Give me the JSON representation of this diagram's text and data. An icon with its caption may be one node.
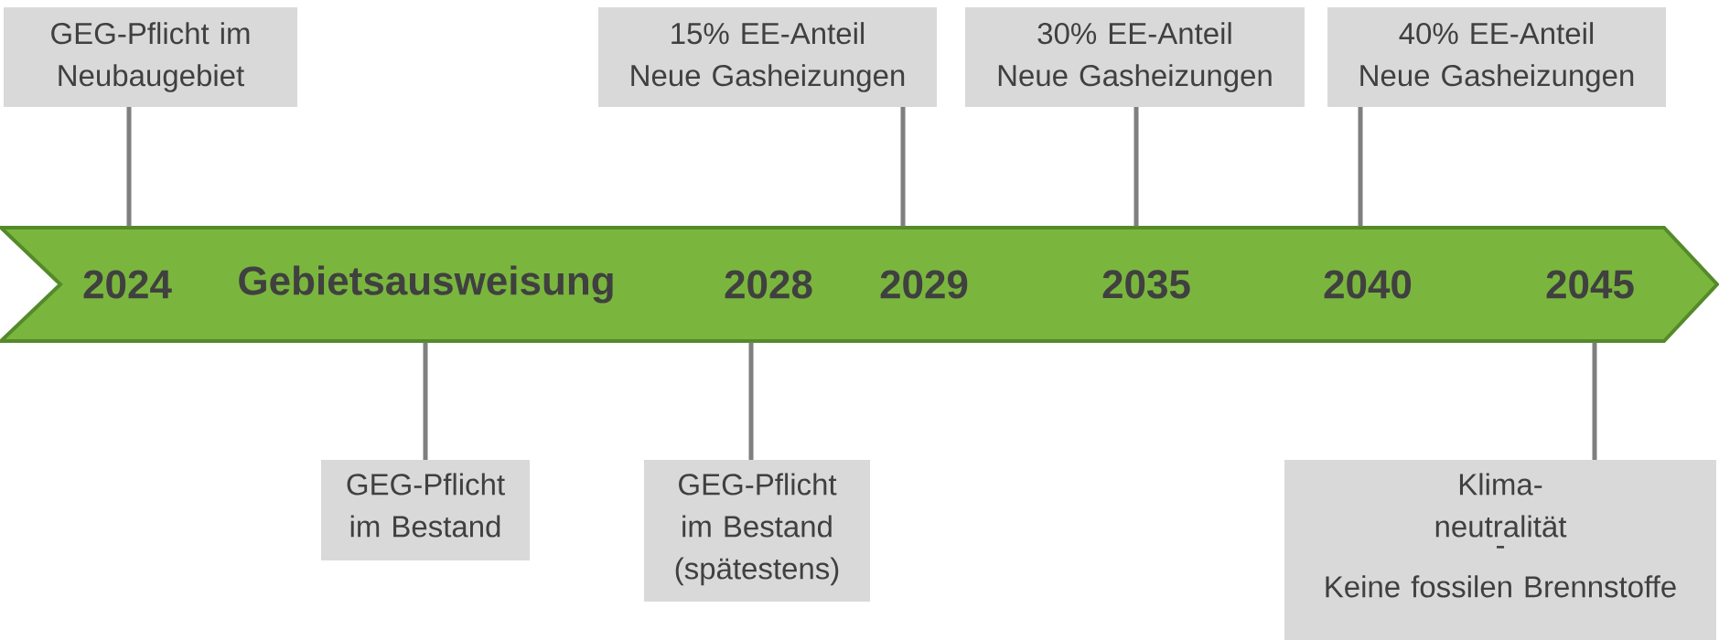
{
  "diagram": {
    "nodes": [
      {
        "text": [
          "2024",
          "Gebietsausweisung",
          "2028",
          "2029",
          "2035",
          "2040",
          "2045"
        ]
      },
      {
        "text": [
          "GEG-Pflicht im Neubaugebiet"
        ]
      },
      {
        "text": [
          "15% EE-Anteil",
          "Neue Gasheizungen"
        ]
      },
      {
        "text": [
          "30% EE-Anteil",
          "Neue Gasheizungen"
        ]
      },
      {
        "text": [
          "40% EE-Anteil",
          "Neue Gasheizungen"
        ]
      },
      {
        "text": [
          "GEG-Pflicht im Bestand"
        ]
      },
      {
        "text": [
          "GEG-Pflicht im Bestand (spätestens)"
        ]
      },
      {
        "text": [
          "Klima- neutralität",
          "-",
          "Keine fossilen Brennstoffe"
        ]
      }
    ],
    "edges": [
      {
        "from": 1,
        "to": 0,
        "arrow": "none"
      },
      {
        "from": 2,
        "to": 0,
        "arrow": "none"
      },
      {
        "from": 3,
        "to": 0,
        "arrow": "none"
      },
      {
        "from": 4,
        "to": 0,
        "arrow": "none"
      },
      {
        "from": 5,
        "to": 0,
        "arrow": "none"
      },
      {
        "from": 6,
        "to": 0,
        "arrow": "none"
      },
      {
        "from": 7,
        "to": 0,
        "arrow": "none"
      }
    ]
  }
}
